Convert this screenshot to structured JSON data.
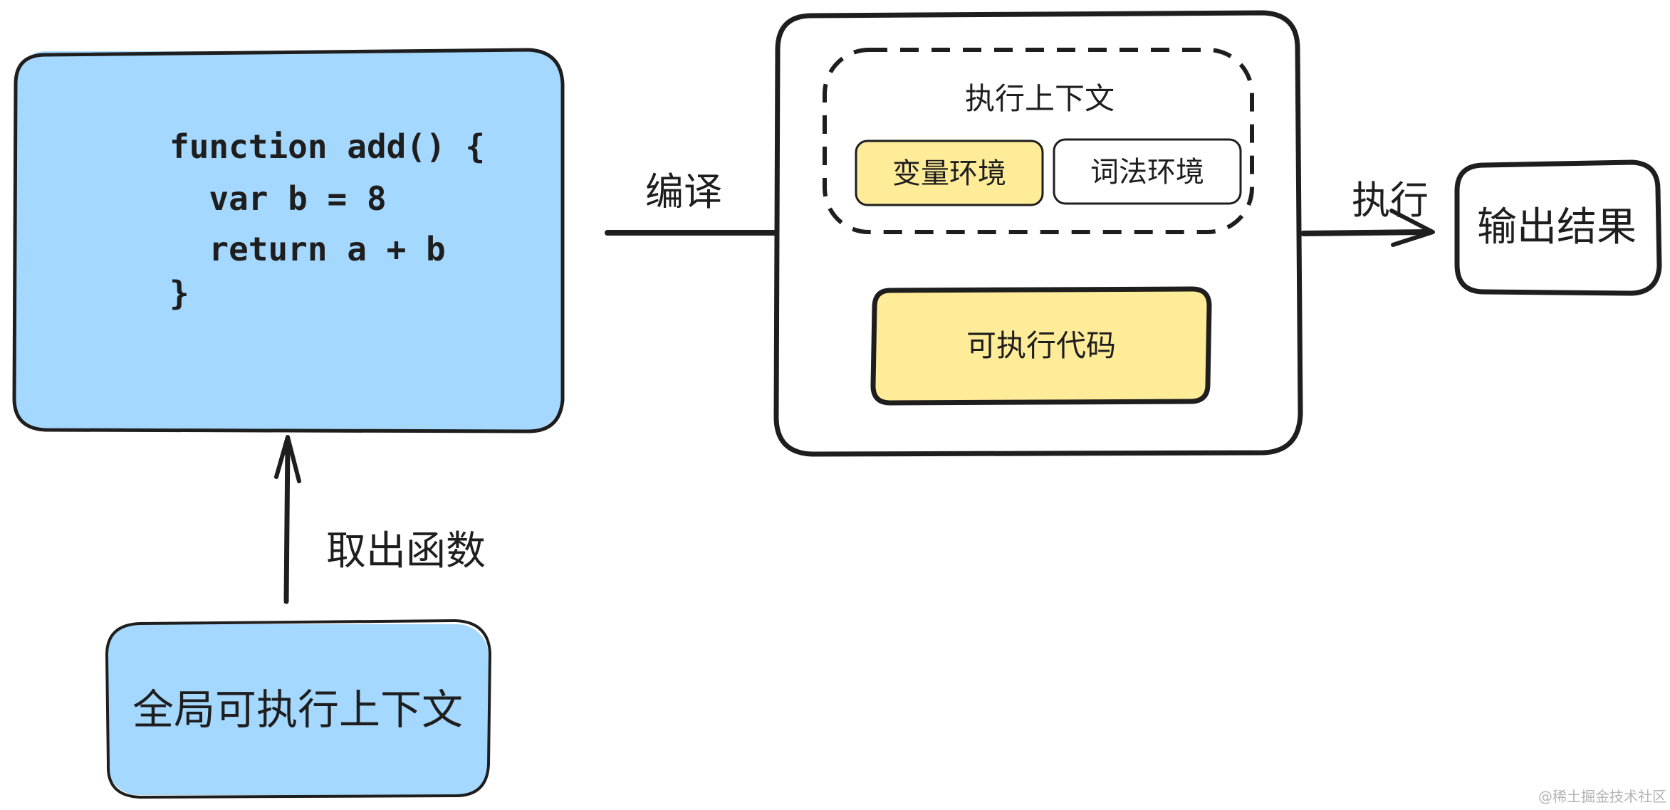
{
  "code_block": {
    "lines": [
      "function add() {",
      "  var b = 8",
      "  return a + b",
      "}"
    ]
  },
  "global_context": {
    "label": "全局可执行上下文"
  },
  "take_function_label": "取出函数",
  "compile_label": "编译",
  "execution_context": {
    "title": "执行上下文",
    "variable_env": "变量环境",
    "lexical_env": "词法环境"
  },
  "executable_code": {
    "label": "可执行代码"
  },
  "execute_label": "执行",
  "output": {
    "label": "输出结果"
  },
  "watermark": "@稀土掘金技术社区",
  "colors": {
    "blue_fill": "#a5d8ff",
    "yellow_fill": "#ffec99",
    "stroke": "#1e1e1e"
  }
}
